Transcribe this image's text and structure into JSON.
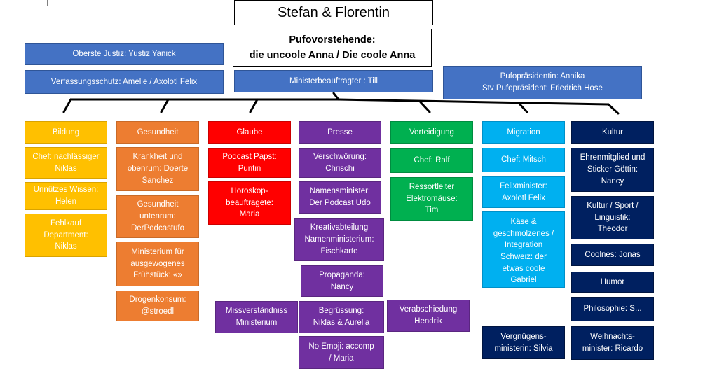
{
  "title": "Stefan & Florentin",
  "pufovorstehende": "Pufovorstehende:\ndie uncoole Anna / Die coole Anna",
  "oberste_justiz": "Oberste Justiz: Yustiz Yanick",
  "verfassungsschutz": "Verfassungsschutz: Amelie / Axolotl Felix",
  "ministerbeauftragter": "Ministerbeauftragter : Till",
  "pufopraesidentin": "Pufopräsidentin: Annika\nStv Pufopräsident: Friedrich Hose",
  "departments": {
    "bildung": {
      "header": "Bildung",
      "items": [
        "Chef: nachlässiger\nNiklas",
        "Unnützes Wissen:\nHelen",
        "Fehlkauf\nDepartment:\nNiklas"
      ]
    },
    "gesundheit": {
      "header": "Gesundheit",
      "items": [
        "Krankheit und\nobenrum: Doerte\nSanchez",
        "Gesundheit\nuntenrum:\nDerPodcastufo",
        "Ministerium für\nausgewogenes\nFrühstück: «»",
        "Drogenkonsum:\n@stroedl"
      ]
    },
    "glaube": {
      "header": "Glaube",
      "items": [
        "Podcast Papst:\nPuntin",
        "Horoskop-\nbeauftragete:\nMaria",
        "Missverständniss\nMinisterium"
      ]
    },
    "presse": {
      "header": "Presse",
      "items": [
        "Verschwörung:\nChrischi",
        "Namensminister:\nDer Podcast Udo",
        "Kreativabteilung\nNamenministerium:\nFischkarte",
        "Propaganda:\nNancy",
        "Begrüssung:\nNiklas & Aurelia",
        "No Emoji: accomp\n/ Maria"
      ]
    },
    "verteidigung": {
      "header": "Verteidigung",
      "items": [
        "Chef: Ralf",
        "Ressortleiter\nElektromäuse:\nTim",
        "Verabschiedung\nHendrik"
      ]
    },
    "migration": {
      "header": "Migration",
      "items": [
        "Chef: Mitsch",
        "Felixminister:\nAxolotl Felix",
        "Käse &\ngeschmolzenes /\nIntegration\nSchweiz: der\netwas coole\nGabriel",
        "Vergnügens-\nministerin:  Silvia"
      ]
    },
    "kultur": {
      "header": "Kultur",
      "items": [
        "Ehrenmitglied und\nSticker Göttin:\nNancy",
        "Kultur / Sport /\nLinguistik:\nTheodor",
        "Coolnes: Jonas",
        "Humor",
        "Philosophie: S...",
        "Weihnachts-\nminister: Ricardo"
      ]
    }
  },
  "colors": {
    "bildung": "#FFC000",
    "gesundheit": "#ED7D31",
    "glaube": "#FF0000",
    "presse": "#7030A0",
    "verteidigung": "#00B050",
    "migration": "#00B0F0",
    "kultur": "#002060",
    "top_boxes": "#4472C4"
  }
}
